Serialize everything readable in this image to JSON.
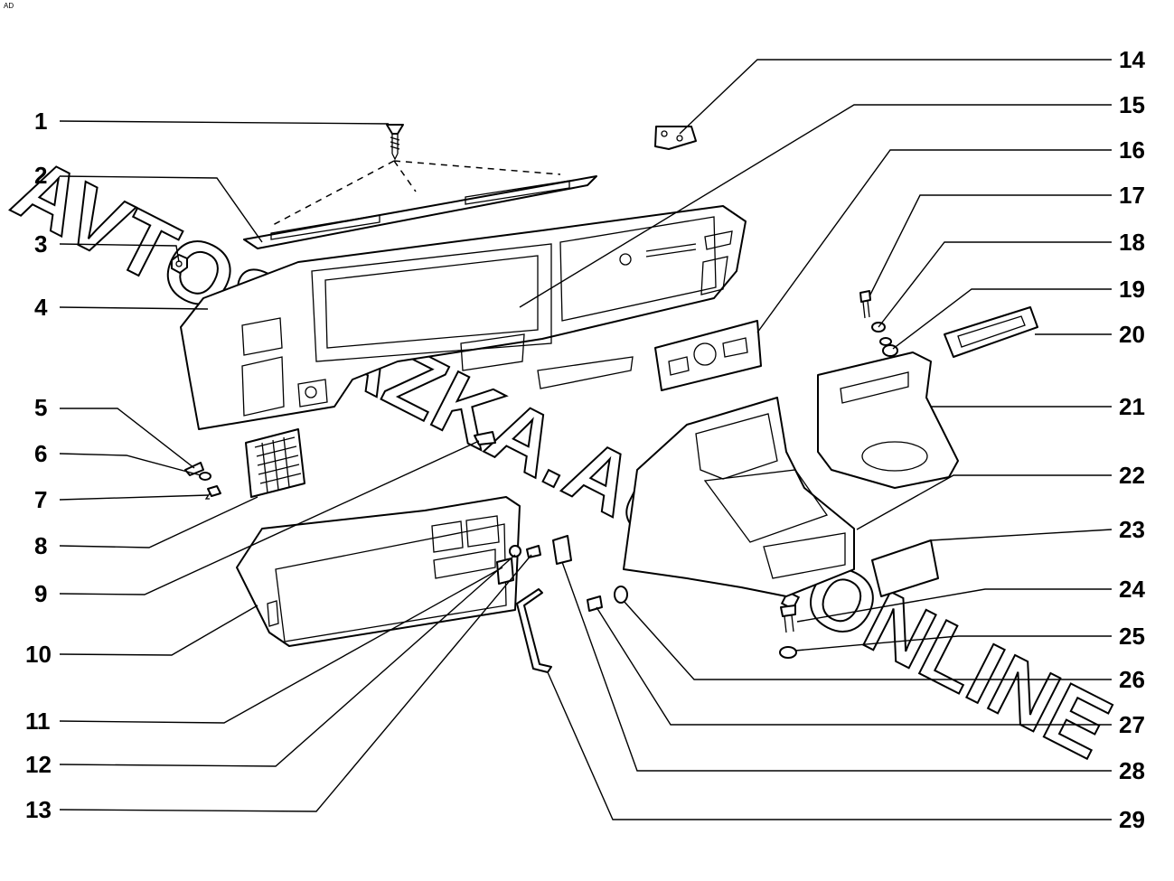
{
  "corner_mark": "AD",
  "watermark": "AVTOSKAZKA.AUTO.ONLINE",
  "callouts": {
    "left": [
      {
        "num": "1"
      },
      {
        "num": "2"
      },
      {
        "num": "3"
      },
      {
        "num": "4"
      },
      {
        "num": "5"
      },
      {
        "num": "6"
      },
      {
        "num": "7"
      },
      {
        "num": "8"
      },
      {
        "num": "9"
      },
      {
        "num": "10"
      },
      {
        "num": "11"
      },
      {
        "num": "12"
      },
      {
        "num": "13"
      }
    ],
    "right": [
      {
        "num": "14"
      },
      {
        "num": "15"
      },
      {
        "num": "16"
      },
      {
        "num": "17"
      },
      {
        "num": "18"
      },
      {
        "num": "19"
      },
      {
        "num": "20"
      },
      {
        "num": "21"
      },
      {
        "num": "22"
      },
      {
        "num": "23"
      },
      {
        "num": "24"
      },
      {
        "num": "25"
      },
      {
        "num": "26"
      },
      {
        "num": "27"
      },
      {
        "num": "28"
      },
      {
        "num": "29"
      }
    ]
  }
}
